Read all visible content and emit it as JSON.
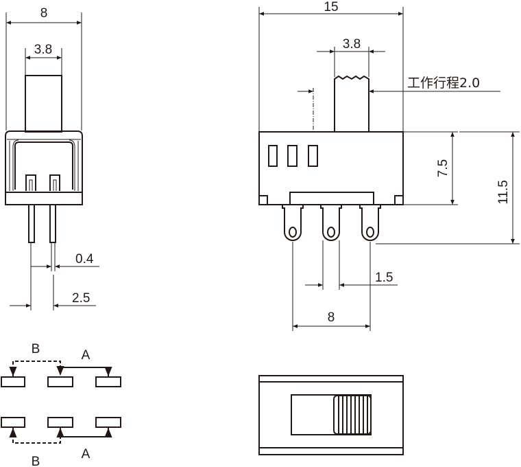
{
  "side_view": {
    "dim_width": "8",
    "dim_lever": "3.8",
    "dim_pin_thickness": "0.4",
    "dim_pin_pitch": "2.5"
  },
  "front_view": {
    "dim_width": "15",
    "dim_lever": "3.8",
    "travel_label": "工作行程2.0",
    "dim_body_height": "7.5",
    "dim_total_height": "11.5",
    "dim_pin_width": "1.5",
    "dim_pin_span": "8"
  },
  "schematic": {
    "top_b": "B",
    "top_a": "A",
    "bottom_a": "A",
    "bottom_b": "B"
  },
  "colors": {
    "line": "#231815"
  }
}
